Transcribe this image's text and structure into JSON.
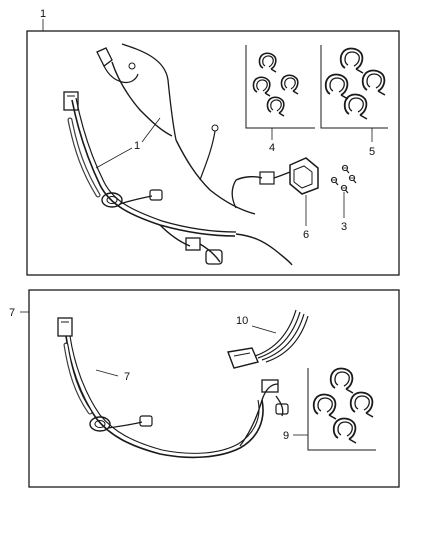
{
  "callouts": {
    "c1_top": "1",
    "c1_harness": "1",
    "c3": "3",
    "c4": "4",
    "c5": "5",
    "c6": "6",
    "c7_left": "7",
    "c7_harness": "7",
    "c9": "9",
    "c10": "10"
  },
  "colors": {
    "line": "#1a1a1a",
    "background": "#ffffff"
  }
}
